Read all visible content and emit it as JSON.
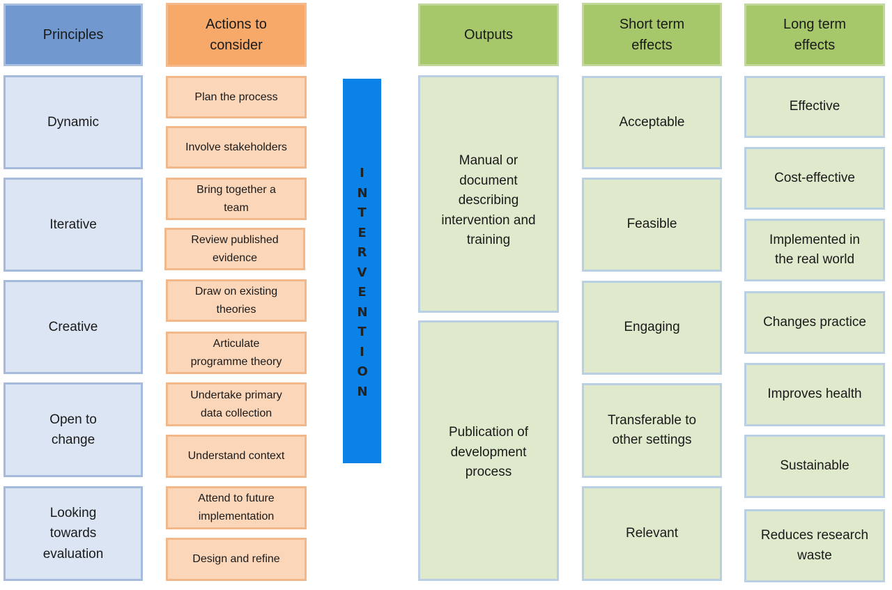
{
  "headers": {
    "principles": "Principles",
    "actions": "Actions to\nconsider",
    "outputs": "Outputs",
    "short_term": "Short term\neffects",
    "long_term": "Long term\neffects"
  },
  "principles": [
    "Dynamic",
    "Iterative",
    "Creative",
    "Open to\nchange",
    "Looking\ntowards\nevaluation"
  ],
  "actions": [
    "Plan the process",
    "Involve stakeholders",
    "Bring together a\nteam",
    "Review published\nevidence",
    "Draw on existing\ntheories",
    "Articulate\nprogramme theory",
    "Undertake primary\ndata collection",
    "Understand context",
    "Attend to future\nimplementation",
    "Design and refine"
  ],
  "intervention": "INTERVENTION",
  "outputs": [
    "Manual or\ndocument\ndescribing\nintervention and\ntraining",
    "Publication of\ndevelopment\nprocess"
  ],
  "short_term": [
    "Acceptable",
    "Feasible",
    "Engaging",
    "Transferable to\nother settings",
    "Relevant"
  ],
  "long_term": [
    "Effective",
    "Cost-effective",
    "Implemented in\nthe real world",
    "Changes practice",
    "Improves health",
    "Sustainable",
    "Reduces research\nwaste"
  ],
  "colors": {
    "principles": "#7299cf",
    "actions": "#f7a96a",
    "outcomes": "#a7c86a",
    "intervention": "#0a82e8"
  }
}
